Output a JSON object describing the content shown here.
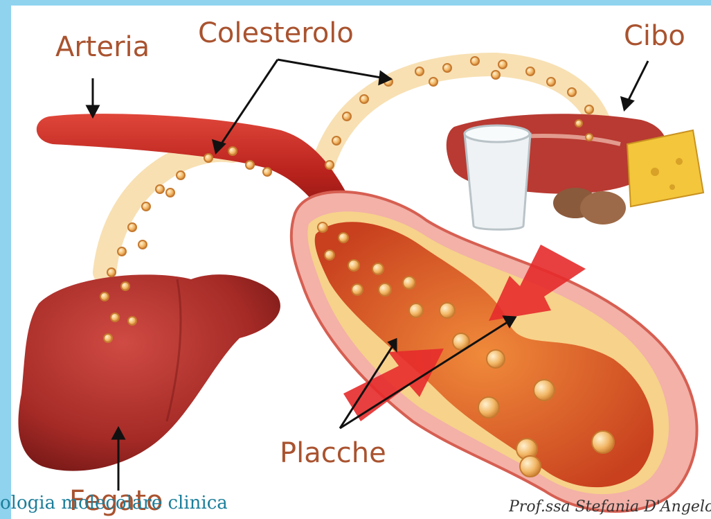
{
  "labels": {
    "arteria": "Arteria",
    "colesterolo": "Colesterolo",
    "cibo": "Cibo",
    "placche": "Placche",
    "fegato": "Fegato"
  },
  "footer": {
    "left_text": "ologia molecolare clinica",
    "right_text": "Prof.ssa Stefania D'Angelo"
  },
  "colors": {
    "frame": "#8fd3ef",
    "label_text": "#a9532f",
    "footer_left_text": "#1b7e9a"
  }
}
